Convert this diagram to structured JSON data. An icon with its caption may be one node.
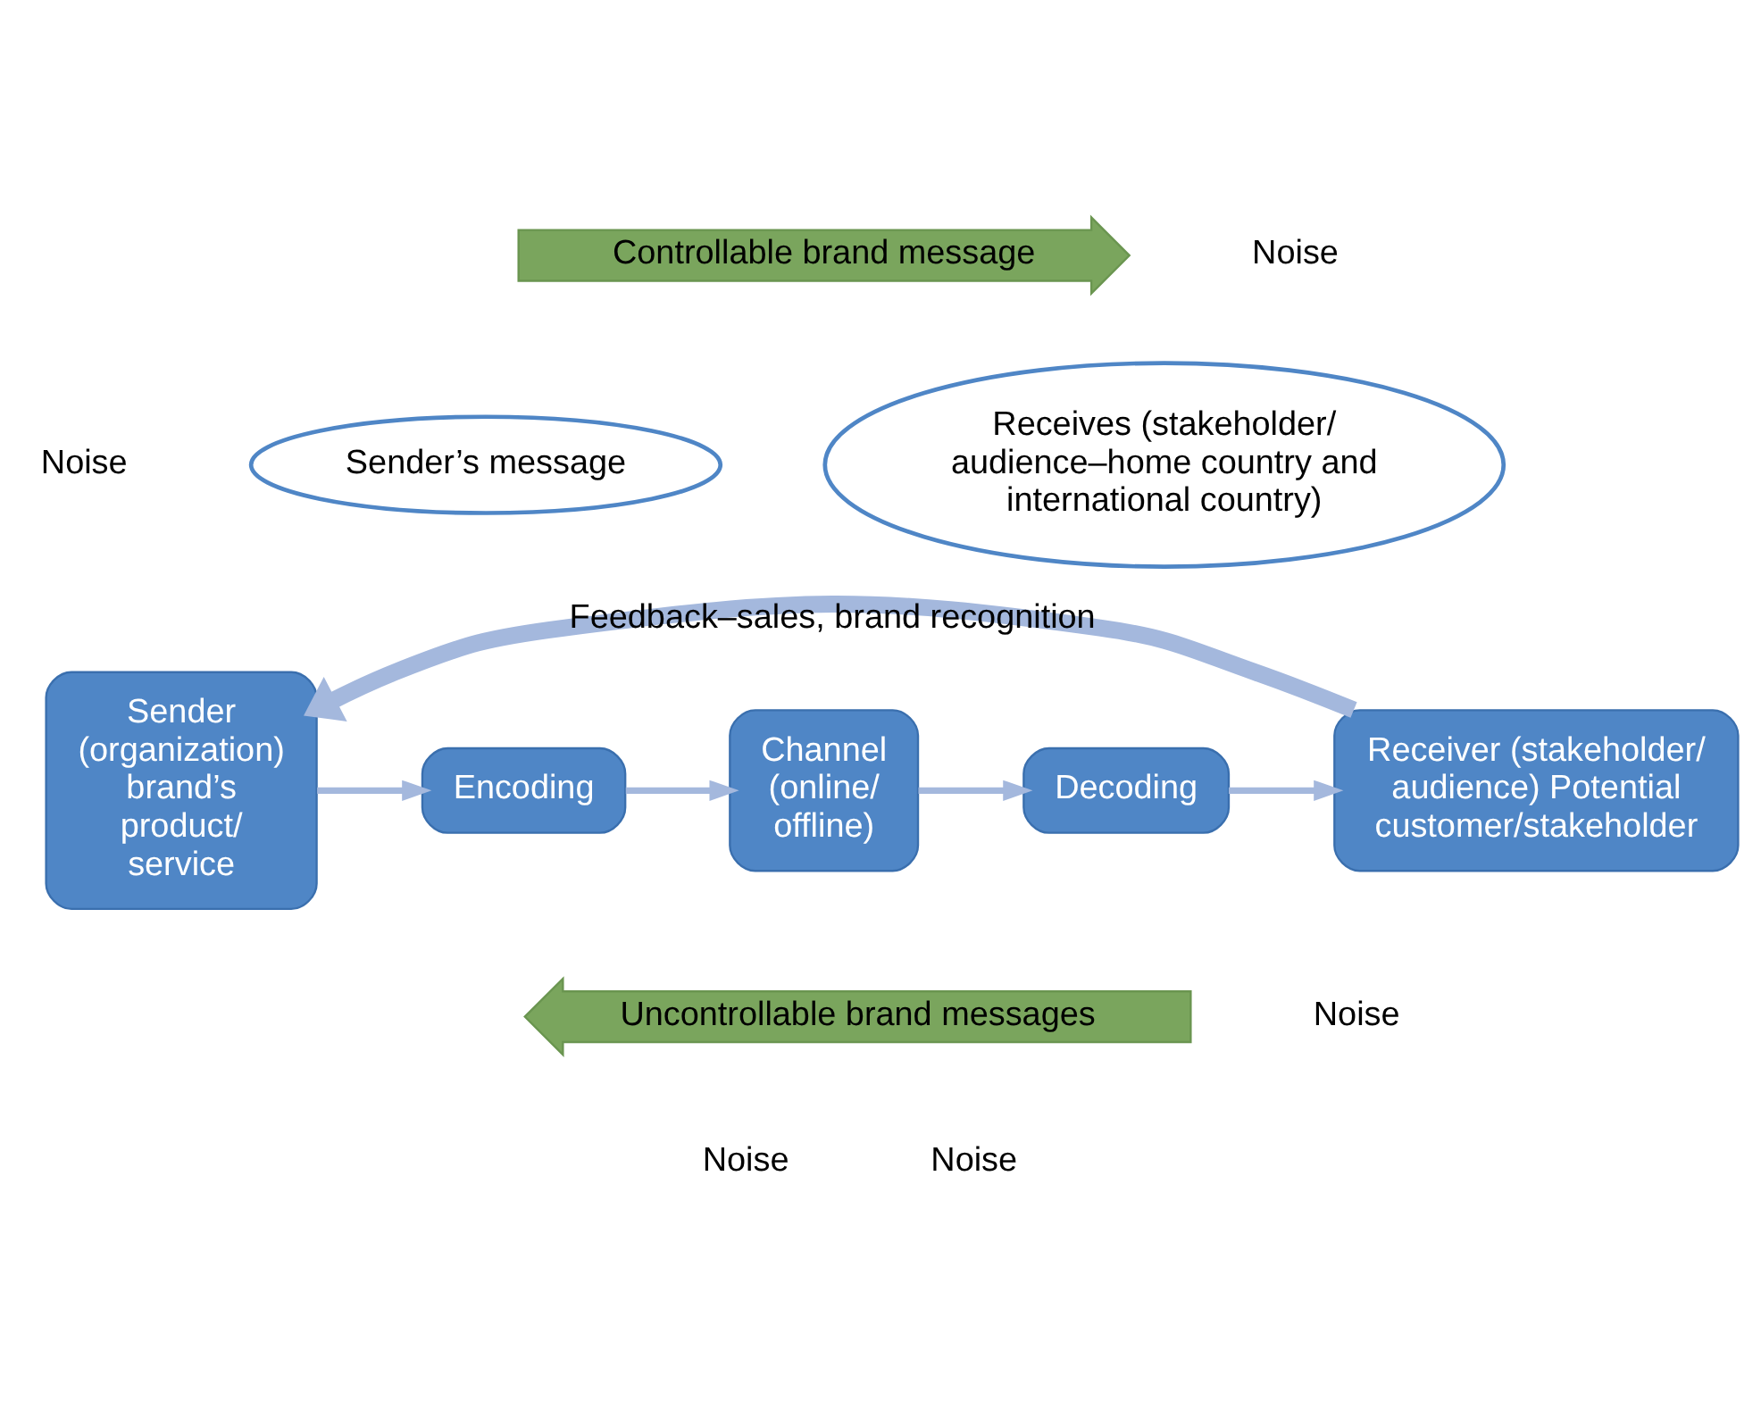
{
  "diagram": {
    "nodes": [
      {
        "text": [
          "Sender (organization) brand’s product/ service"
        ]
      },
      {
        "text": [
          "Encoding"
        ]
      },
      {
        "text": [
          "Channel (online/ offline)"
        ]
      },
      {
        "text": [
          "Decoding"
        ]
      },
      {
        "text": [
          "Receiver (stakeholder/ audience) Potential customer/stakeholder"
        ]
      },
      {
        "text": [
          "Sender’s message"
        ]
      },
      {
        "text": [
          "Receives (stakeholder/ audience–home country and international country)"
        ]
      },
      {
        "text": [
          "Controllable brand message"
        ]
      },
      {
        "text": [
          "Uncontrollable brand messages"
        ]
      }
    ],
    "edges": [
      {
        "from": 0,
        "to": 1,
        "arrow": "to"
      },
      {
        "from": 1,
        "to": 2,
        "arrow": "to"
      },
      {
        "from": 2,
        "to": 3,
        "arrow": "to"
      },
      {
        "from": 3,
        "to": 4,
        "arrow": "to"
      },
      {
        "from": 4,
        "to": 0,
        "arrow": "to",
        "label": "Feedback–sales, brand recognition",
        "style": "thick"
      }
    ],
    "labels": [
      "Noise",
      "Noise",
      "Noise",
      "Noise",
      "Noise"
    ]
  }
}
